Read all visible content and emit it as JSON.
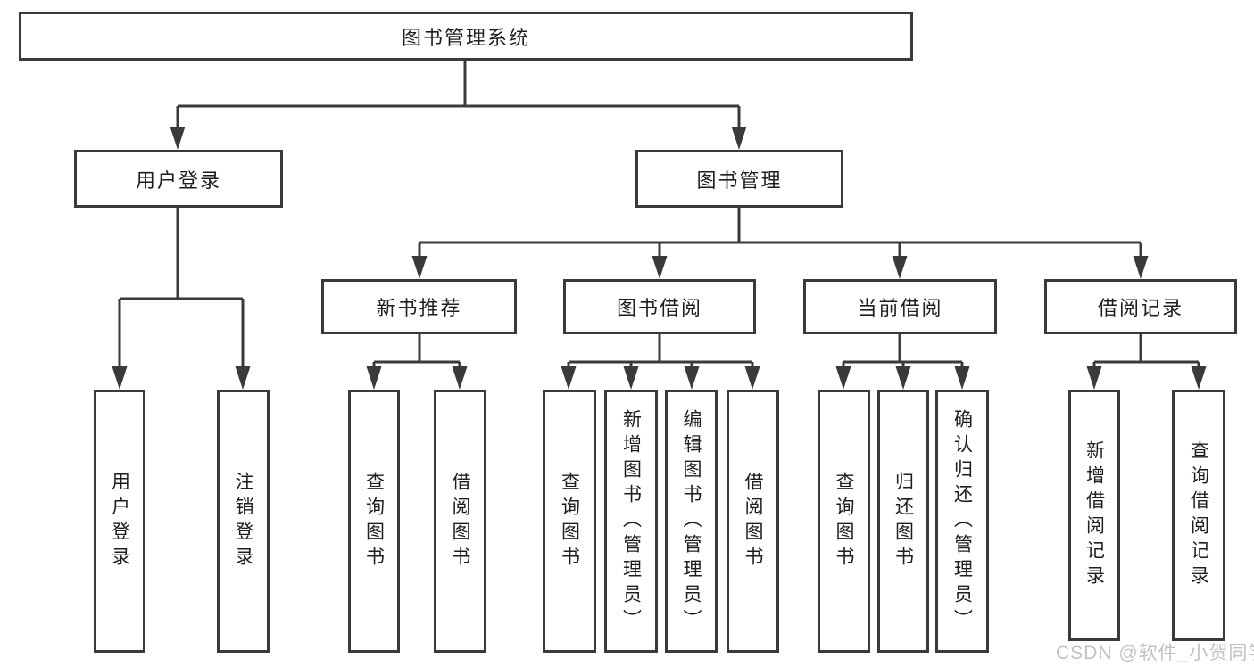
{
  "colors": {
    "line": "#3a3a3a",
    "text": "#1e1e1e",
    "watermark": "#c2c2c2",
    "background": "#ffffff"
  },
  "tree": {
    "root": {
      "label": "图书管理系统"
    },
    "branches": [
      {
        "label": "用户登录",
        "children": [
          "用户登录",
          "注销登录"
        ]
      },
      {
        "label": "图书管理",
        "children": [
          {
            "label": "新书推荐",
            "children": [
              "查询图书",
              "借阅图书"
            ]
          },
          {
            "label": "图书借阅",
            "children": [
              "查询图书",
              "新增图书（管理员）",
              "编辑图书（管理员）",
              "借阅图书"
            ]
          },
          {
            "label": "当前借阅",
            "children": [
              "查询图书",
              "归还图书",
              "确认归还（管理员）"
            ]
          },
          {
            "label": "借阅记录",
            "children": [
              "新增借阅记录",
              "查询借阅记录"
            ]
          }
        ]
      }
    ]
  },
  "watermark": {
    "text": "CSDN @软件_小贺同学"
  }
}
